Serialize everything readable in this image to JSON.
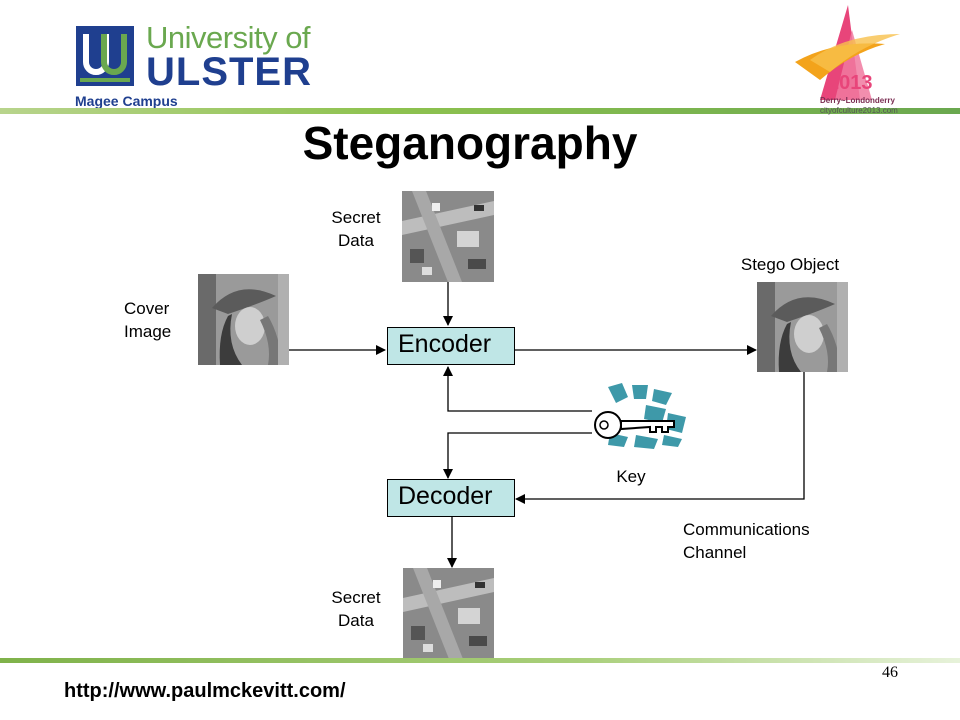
{
  "header": {
    "university_line": "University of",
    "ulster_line": "ULSTER",
    "campus": "Magee Campus",
    "city_logo": {
      "year": "2013",
      "place": "Derry~Londonderry",
      "url": "cityofculture2013.com"
    }
  },
  "title": "Steganography",
  "diagram": {
    "secret_data_top": "Secret Data",
    "cover_image": "Cover Image",
    "stego_object": "Stego Object",
    "encoder": "Encoder",
    "decoder": "Decoder",
    "key": "Key",
    "channel": "Communications Channel",
    "secret_data_bottom": "Secret Data"
  },
  "footer": {
    "url": "http://www.paulmckevitt.com/",
    "page_number": "46"
  },
  "icons": {
    "university": "university-logo-icon",
    "city": "city-of-culture-logo-icon",
    "key": "key-icon"
  }
}
